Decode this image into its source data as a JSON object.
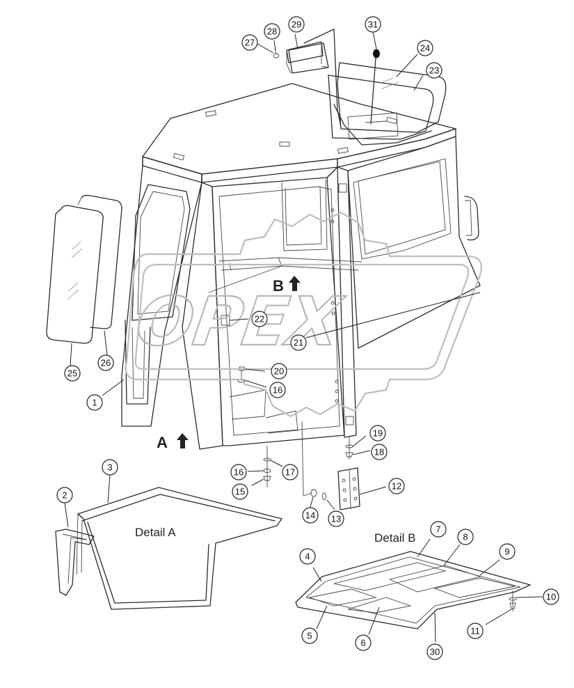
{
  "watermark": {
    "text": "OPEX"
  },
  "view_labels": {
    "a": "A",
    "b": "B"
  },
  "details": {
    "a": "Detail A",
    "b": "Detail B"
  },
  "callouts": [
    {
      "id": "1",
      "label": "1"
    },
    {
      "id": "2",
      "label": "2"
    },
    {
      "id": "3",
      "label": "3"
    },
    {
      "id": "4",
      "label": "4"
    },
    {
      "id": "5",
      "label": "5"
    },
    {
      "id": "6",
      "label": "6"
    },
    {
      "id": "7",
      "label": "7"
    },
    {
      "id": "8",
      "label": "8"
    },
    {
      "id": "9",
      "label": "9"
    },
    {
      "id": "10",
      "label": "10"
    },
    {
      "id": "11",
      "label": "11"
    },
    {
      "id": "12",
      "label": "12"
    },
    {
      "id": "13",
      "label": "13"
    },
    {
      "id": "14",
      "label": "14"
    },
    {
      "id": "15",
      "label": "15"
    },
    {
      "id": "16a",
      "label": "16"
    },
    {
      "id": "16b",
      "label": "16"
    },
    {
      "id": "17",
      "label": "17"
    },
    {
      "id": "18",
      "label": "18"
    },
    {
      "id": "19",
      "label": "19"
    },
    {
      "id": "20",
      "label": "20"
    },
    {
      "id": "21",
      "label": "21"
    },
    {
      "id": "22",
      "label": "22"
    },
    {
      "id": "23",
      "label": "23"
    },
    {
      "id": "24",
      "label": "24"
    },
    {
      "id": "25",
      "label": "25"
    },
    {
      "id": "26",
      "label": "26"
    },
    {
      "id": "27",
      "label": "27"
    },
    {
      "id": "28",
      "label": "28"
    },
    {
      "id": "29",
      "label": "29"
    },
    {
      "id": "30",
      "label": "30"
    },
    {
      "id": "31",
      "label": "31"
    }
  ]
}
